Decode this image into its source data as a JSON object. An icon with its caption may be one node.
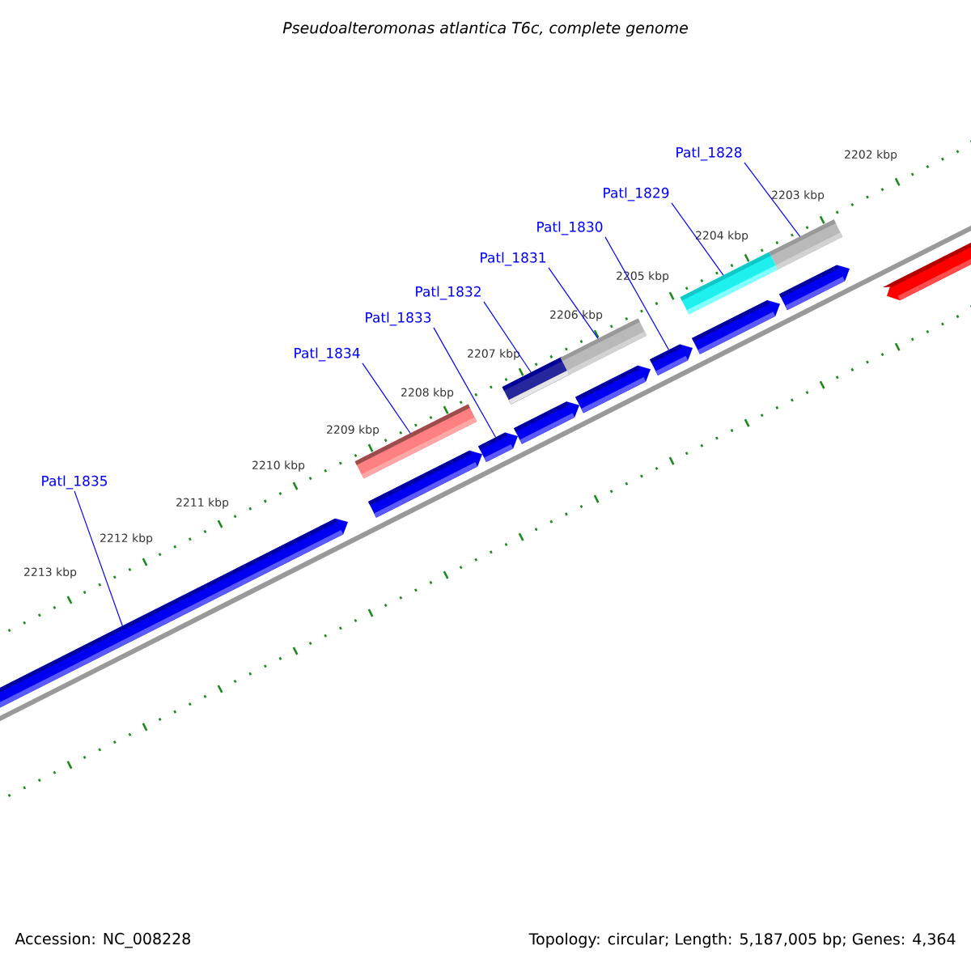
{
  "diagram": {
    "title": "Pseudoalteromonas atlantica T6c, complete genome",
    "nodes": [
      {
        "text": [
          "Patl_1828"
        ]
      },
      {
        "text": [
          "Patl_1829"
        ]
      },
      {
        "text": [
          "Patl_1830"
        ]
      },
      {
        "text": [
          "Patl_1831"
        ]
      },
      {
        "text": [
          "Patl_1832"
        ]
      },
      {
        "text": [
          "Patl_1833"
        ]
      },
      {
        "text": [
          "Patl_1834"
        ]
      },
      {
        "text": [
          "Patl_1835"
        ]
      },
      {
        "text": [],
        "shape": "arrow"
      },
      {
        "text": [],
        "shape": "bar"
      },
      {
        "text": [],
        "shape": "arrow"
      },
      {
        "text": [],
        "shape": "arrow"
      },
      {
        "text": [],
        "shape": "bar"
      },
      {
        "text": [],
        "shape": "arrow"
      },
      {
        "text": [],
        "shape": "bar"
      },
      {
        "text": [],
        "shape": "arrow"
      },
      {
        "text": [],
        "shape": "arrow"
      },
      {
        "text": [],
        "shape": "bar"
      },
      {
        "text": [],
        "shape": "arrow"
      },
      {
        "text": [],
        "shape": "bar"
      },
      {
        "text": [],
        "shape": "arrow"
      },
      {
        "text": [],
        "shape": "arrow"
      }
    ],
    "edges": [
      {
        "from": 0,
        "to": 19,
        "arrow": "none"
      },
      {
        "from": 1,
        "to": 17,
        "arrow": "none"
      },
      {
        "from": 2,
        "to": 16,
        "arrow": "none"
      },
      {
        "from": 3,
        "to": 14,
        "arrow": "none"
      },
      {
        "from": 4,
        "to": 12,
        "arrow": "none"
      },
      {
        "from": 5,
        "to": 11,
        "arrow": "none"
      },
      {
        "from": 6,
        "to": 9,
        "arrow": "none"
      },
      {
        "from": 7,
        "to": 8,
        "arrow": "none"
      }
    ],
    "labels": [
      "2202 kbp",
      "2203 kbp",
      "2204 kbp",
      "2205 kbp",
      "2206 kbp",
      "2207 kbp",
      "2208 kbp",
      "2209 kbp",
      "2210 kbp",
      "2211 kbp",
      "2212 kbp",
      "2213 kbp",
      "Accession: NC_008228",
      "Topology: circular; Length: 5,187,005 bp; Genes: 4,364"
    ]
  }
}
